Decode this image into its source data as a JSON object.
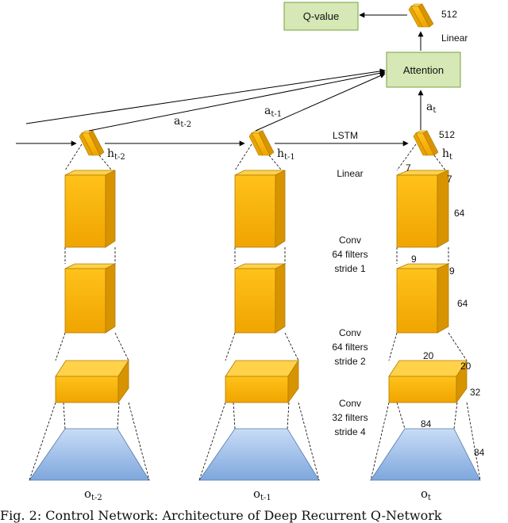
{
  "boxes": {
    "q_value": "Q-value",
    "attention": "Attention"
  },
  "top_labels": {
    "linear": "Linear",
    "size_512_top": "512",
    "size_512_lstm": "512",
    "a_t": "a",
    "a_t_sub": "t"
  },
  "edge_labels": {
    "a_t2": "a",
    "a_t2_sub": "t-2",
    "a_t1": "a",
    "a_t1_sub": "t-1",
    "lstm": "LSTM"
  },
  "hidden": [
    {
      "main": "h",
      "sub": "t-2"
    },
    {
      "main": "h",
      "sub": "t-1"
    },
    {
      "main": "h",
      "sub": "t"
    }
  ],
  "observations": [
    {
      "main": "o",
      "sub": "t-2"
    },
    {
      "main": "o",
      "sub": "t-1"
    },
    {
      "main": "o",
      "sub": "t"
    }
  ],
  "layers": {
    "linear": "Linear",
    "conv3": [
      "Conv",
      "64 filters",
      "stride 1"
    ],
    "conv2": [
      "Conv",
      "64 filters",
      "stride 2"
    ],
    "conv1": [
      "Conv",
      "32 filters",
      "stride 4"
    ]
  },
  "dims": {
    "d7a": "7",
    "d7b": "7",
    "d64a": "64",
    "d9a": "9",
    "d9b": "9",
    "d64b": "64",
    "d20a": "20",
    "d20b": "20",
    "d32": "32",
    "d84a": "84",
    "d84b": "84"
  },
  "caption": {
    "fig": "Fig. 2:",
    "text": "Control Network: Architecture of Deep Recurrent Q-Network"
  },
  "colors": {
    "box_green": "#d5e8b5",
    "box_border": "#7aa23c",
    "cube_front": "#f5b100",
    "cube_top": "#ffd24a",
    "cube_side": "#d89400",
    "obs_blue": "#a9c7ef"
  }
}
